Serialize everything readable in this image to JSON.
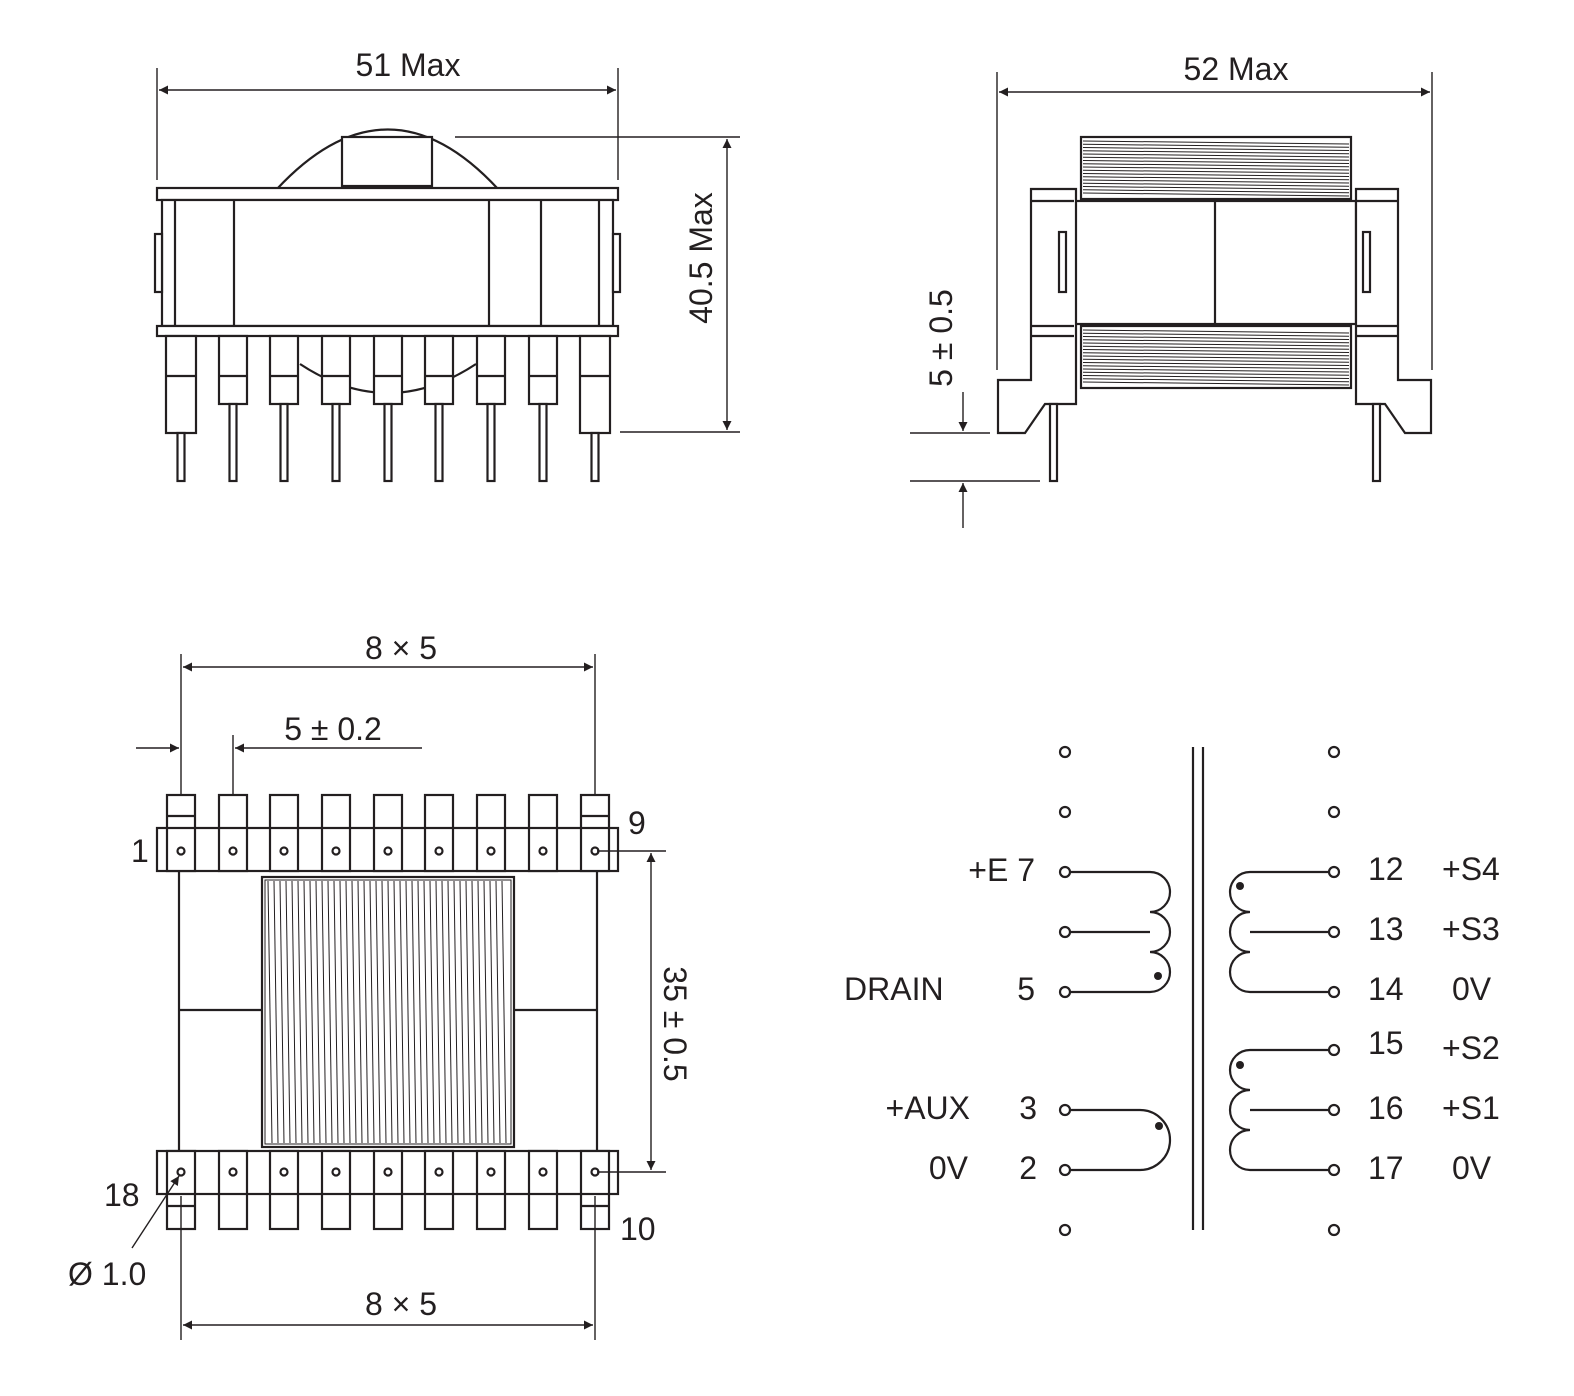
{
  "views": {
    "front": {
      "width_label": "51 Max",
      "height_label": "40.5 Max"
    },
    "side": {
      "width_label": "52 Max",
      "standoff_label": "5 ± 0.5"
    },
    "bottom": {
      "pitch_top_label": "8 × 5",
      "pitch_bottom_label": "8 × 5",
      "pin_spacing_label": "5 ± 0.2",
      "row_spacing_label": "35 ± 0.5",
      "hole_label": "Ø 1.0",
      "pin_labels": {
        "p1": "1",
        "p9": "9",
        "p10": "10",
        "p18": "18"
      }
    }
  },
  "schematic": {
    "primary": [
      {
        "name": "+E",
        "pin": "7"
      },
      {
        "name": "DRAIN",
        "pin": "5"
      },
      {
        "name": "+AUX",
        "pin": "3"
      },
      {
        "name": "0V",
        "pin": "2"
      }
    ],
    "secondary": [
      {
        "pin": "12",
        "name": "+S4"
      },
      {
        "pin": "13",
        "name": "+S3"
      },
      {
        "pin": "14",
        "name": "0V"
      },
      {
        "pin": "15",
        "name": "+S2"
      },
      {
        "pin": "16",
        "name": "+S1"
      },
      {
        "pin": "17",
        "name": "0V"
      }
    ]
  }
}
